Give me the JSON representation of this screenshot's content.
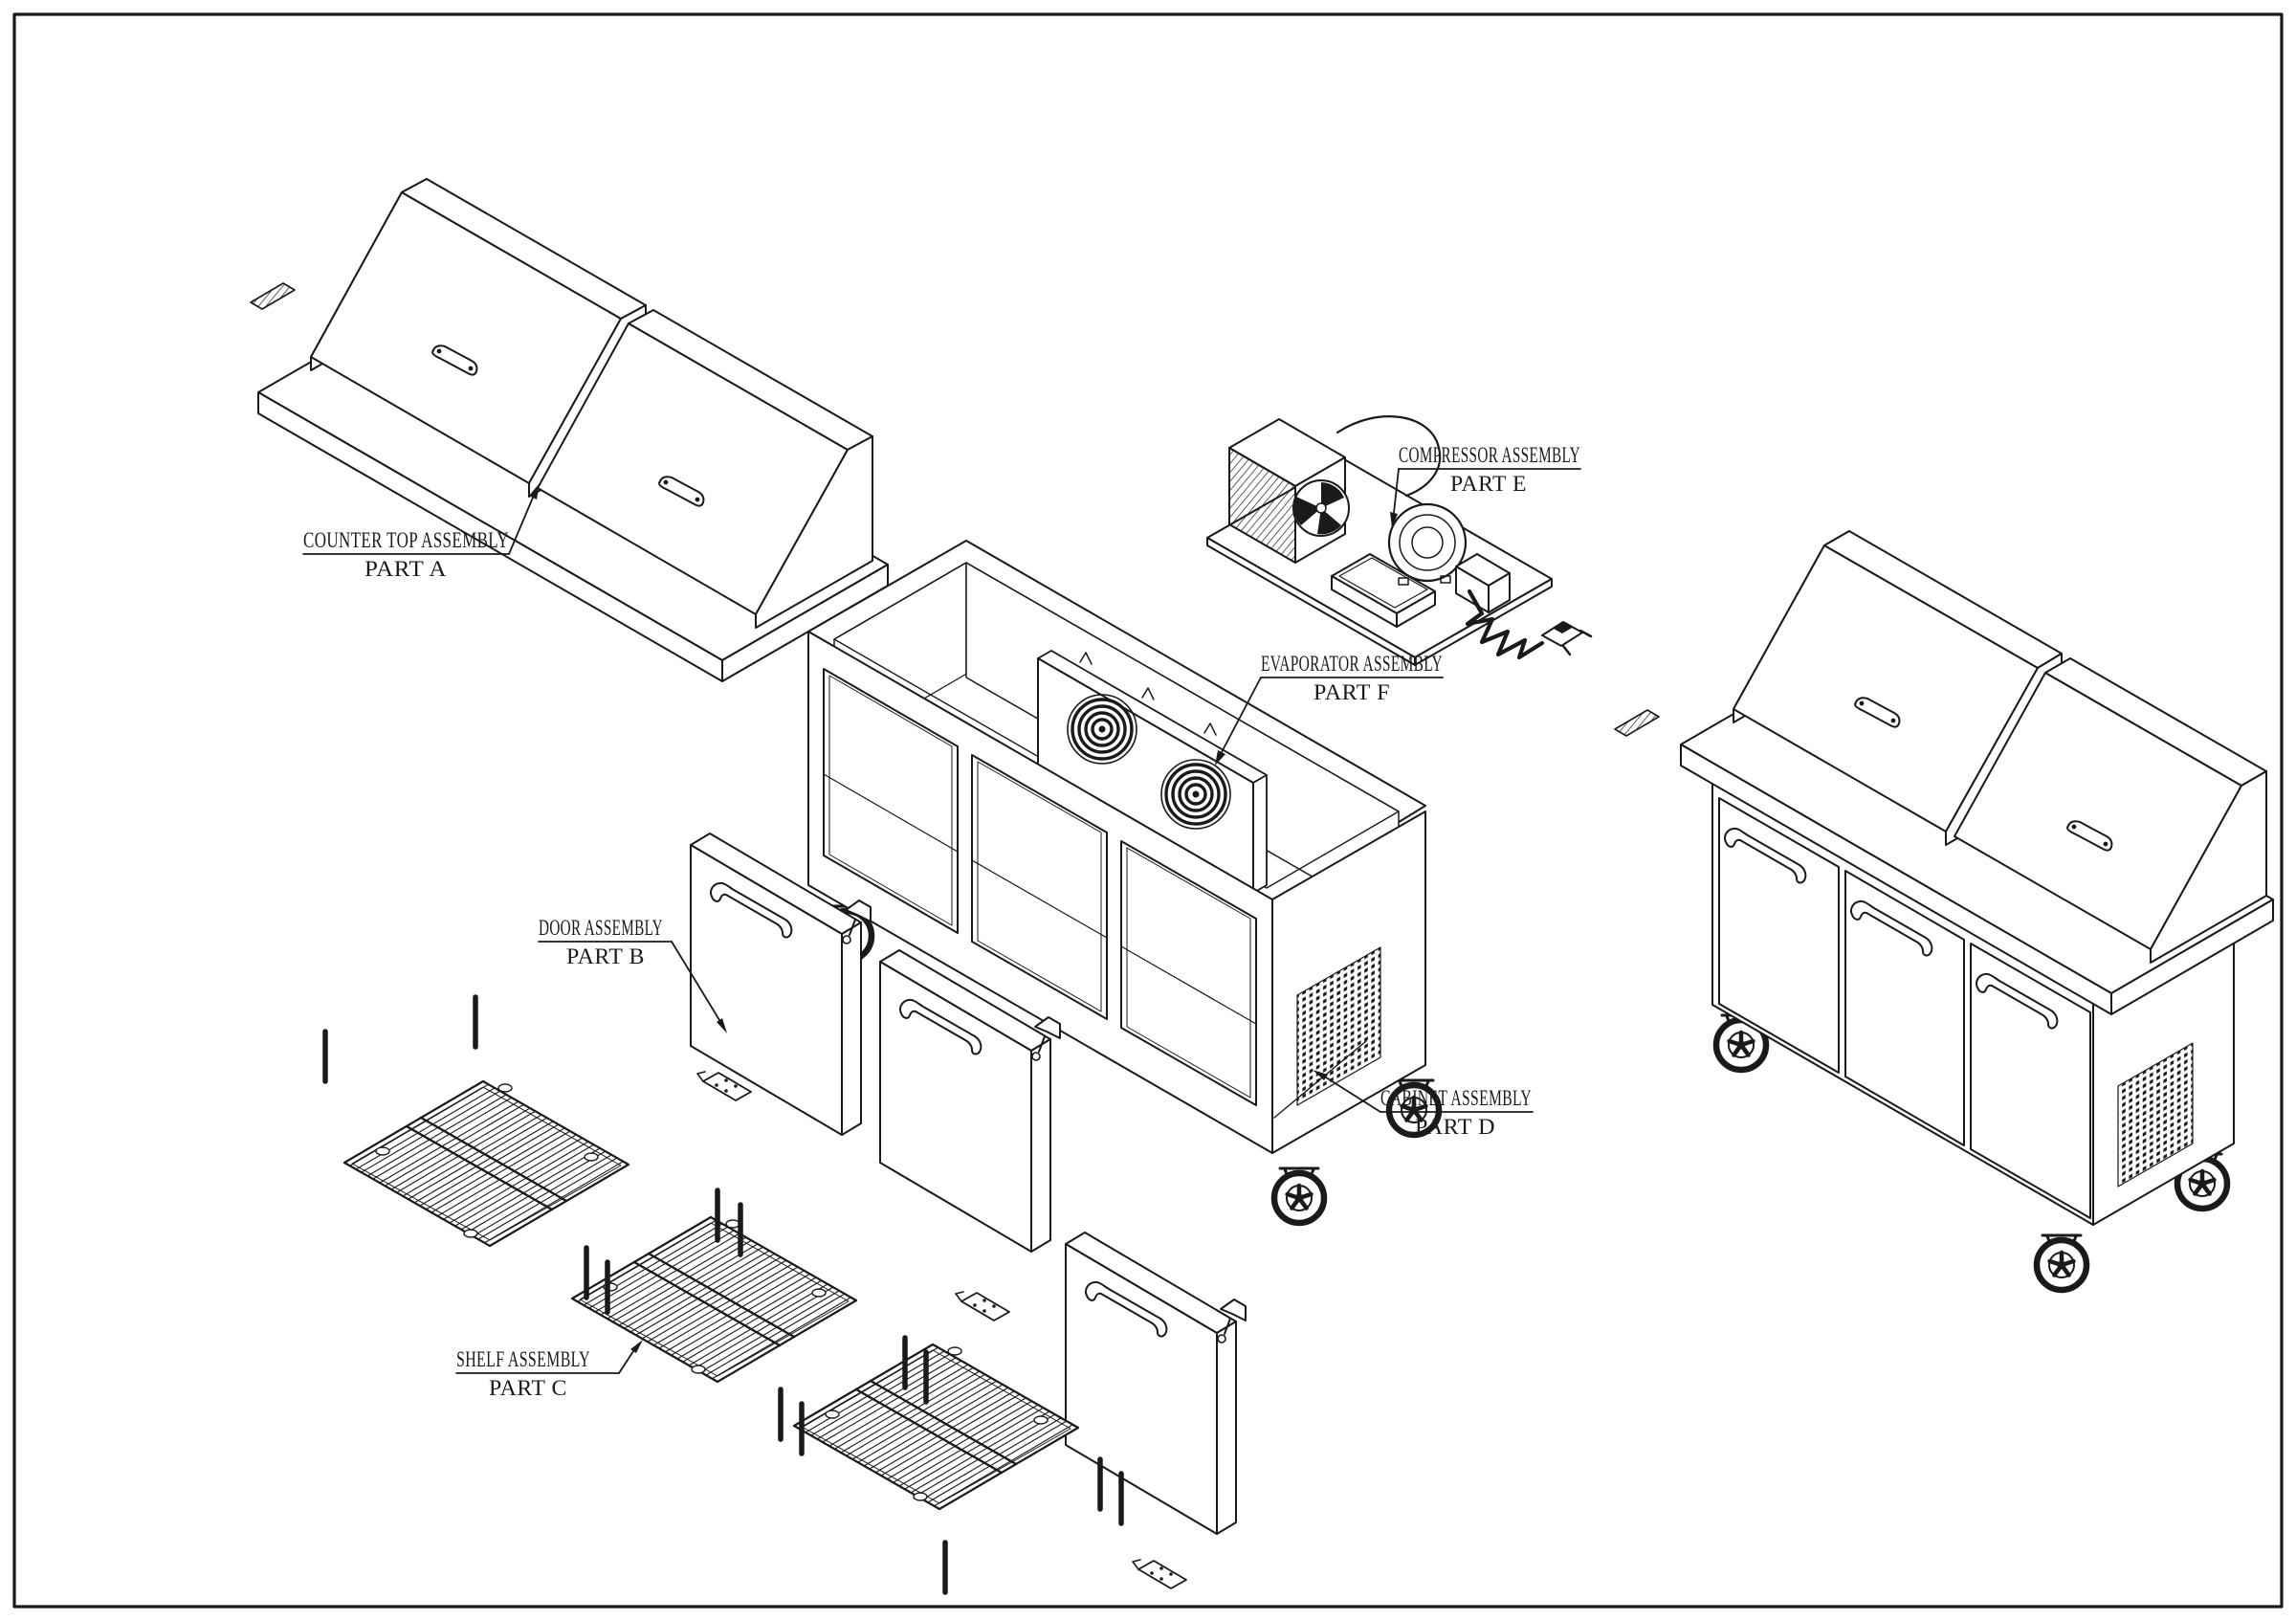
{
  "drawing": {
    "type": "exploded-view technical drawing",
    "subject": "refrigerated prep table",
    "background_color": "#ffffff",
    "line_color": "#1a1a1a",
    "labels": {
      "counter_top": {
        "title": "COUNTER TOP ASSEMBLY",
        "part": "PART A"
      },
      "door": {
        "title": "DOOR ASSEMBLY",
        "part": "PART B"
      },
      "shelf": {
        "title": "SHELF ASSEMBLY",
        "part": "PART C"
      },
      "cabinet": {
        "title": "CABINET ASSEMBLY",
        "part": "PART D"
      },
      "compressor": {
        "title": "COMPRESSOR ASSEMBLY",
        "part": "PART E"
      },
      "evaporator": {
        "title": "EVAPORATOR ASSEMBLY",
        "part": "PART F"
      }
    }
  }
}
